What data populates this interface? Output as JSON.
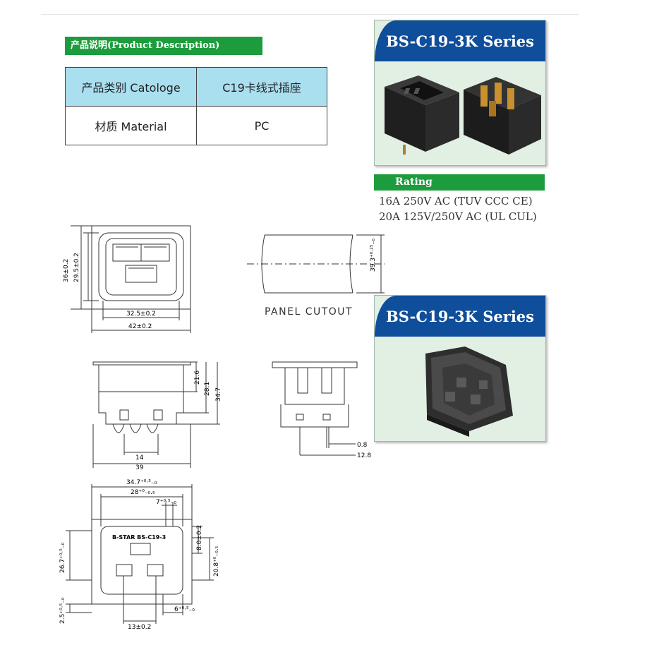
{
  "product_description": {
    "heading": "产品说明(Product Description)",
    "table": {
      "rows": [
        [
          "产品类别 Catologe",
          "C19卡线式插座"
        ],
        [
          "材质 Material",
          "PC"
        ]
      ]
    }
  },
  "series_cards": [
    {
      "title": "BS-C19-3K Series"
    },
    {
      "title": "BS-C19-3K Series"
    }
  ],
  "rating": {
    "heading": "Rating",
    "lines": [
      "16A 250V AC (TUV  CCC CE)",
      "20A 125V/250V AC (UL CUL)"
    ]
  },
  "panel_cutout": {
    "label": "PANEL  CUTOUT",
    "height_dim": "39.3⁺⁰·²⁵₋₀"
  },
  "drawings": {
    "front": {
      "outer_height": "36±0.2",
      "inner_height": "29.5±0.2",
      "inner_width": "32.5±0.2",
      "outer_width": "42±0.2"
    },
    "side_a": {
      "h1": "21.6",
      "h2": "28.1",
      "h3": "34.7",
      "w1": "14",
      "w2": "39"
    },
    "side_b": {
      "w1": "0.8",
      "w2": "12.8"
    },
    "face": {
      "w_outer": "34.7⁺⁰·⁵₋₀",
      "w_mid": "28⁺⁰₋₀.₅",
      "w_small": "7⁺⁰·⁵₋₀",
      "h_left": "26.7⁺⁰·⁵₋₀",
      "h_top": "8.0±0.2",
      "h_right": "20.8⁺⁰₋₀.₅",
      "h_bottom": "2.5⁺⁰·⁵₋₀",
      "w_right_bottom": "6⁺⁰·⁵₋₀",
      "w_pins": "13±0.2",
      "marking": "B-STAR  BS-C19-3"
    }
  }
}
